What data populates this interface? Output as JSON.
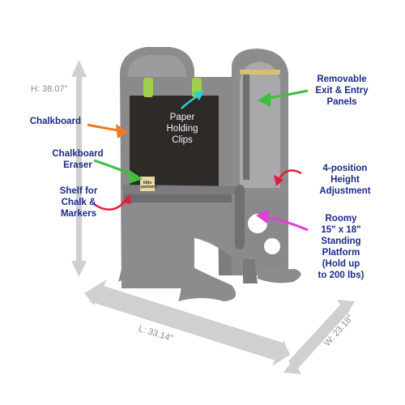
{
  "dimensions": {
    "height": "H: 38.07\"",
    "length": "L: 33.14\"",
    "width": "W: 23.18\""
  },
  "labels": {
    "chalkboard": "Chalkboard",
    "chalkboard_eraser": "Chalkboard\nEraser",
    "shelf": "Shelf for\nChalk &\nMarkers",
    "paper_clips": "Paper\nHolding\nClips",
    "removable_panels": "Removable\nExit & Entry\nPanels",
    "height_adjustment": "4-position\nHeight\nAdjustment",
    "platform": "Roomy\n15\" x 18\"\nStanding\nPlatform\n(Hold up\nto 200 lbs)"
  },
  "brand_badge": "little\npartners",
  "colors": {
    "label_text": "#1b2a88",
    "tower_gray": "#8c8c8e",
    "chalkboard": "#2e2a28",
    "orange_arrow": "#f07a24",
    "green_arrow": "#3fbf3f",
    "cyan_arrow": "#2ad0d0",
    "red_arrow": "#e0203a",
    "magenta_arrow": "#e040d8",
    "dimension_lines": "#c8c8c8"
  }
}
